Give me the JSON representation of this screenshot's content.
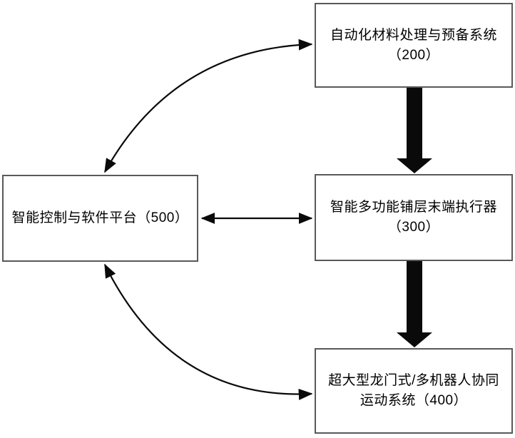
{
  "diagram": {
    "background_color": "#ffffff",
    "box_border_color": "#595959",
    "arrow_color": "#0a0a0a",
    "nodes": {
      "n200": {
        "line1": "自动化材料处理与预备系统",
        "line2": "（200）"
      },
      "n300": {
        "line1": "智能多功能铺层末端执行器",
        "line2": "（300）"
      },
      "n400": {
        "line1": "超大型龙门式/多机器人协同",
        "line2": "运动系统（400）"
      },
      "n500": {
        "line1": "智能控制与软件平台（500）"
      }
    },
    "edges": [
      {
        "from": "n500",
        "to": "n200",
        "style": "curved-thin",
        "bidirectional": true
      },
      {
        "from": "n200",
        "to": "n300",
        "style": "thick-block",
        "bidirectional": false
      },
      {
        "from": "n500",
        "to": "n300",
        "style": "straight-thin",
        "bidirectional": true
      },
      {
        "from": "n300",
        "to": "n400",
        "style": "thick-block",
        "bidirectional": false
      },
      {
        "from": "n500",
        "to": "n400",
        "style": "curved-thin",
        "bidirectional": true
      }
    ]
  }
}
